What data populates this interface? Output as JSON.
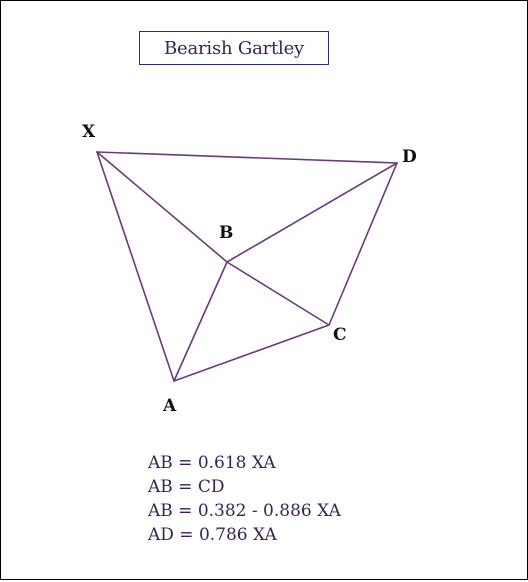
{
  "title": "Bearish Gartley",
  "line_color": "#6a3a7a",
  "text_color": "#3a1f4f",
  "points": [
    {
      "id": "X",
      "label": "X"
    },
    {
      "id": "A",
      "label": "A"
    },
    {
      "id": "B",
      "label": "B"
    },
    {
      "id": "C",
      "label": "C"
    },
    {
      "id": "D",
      "label": "D"
    }
  ],
  "rules": [
    "AB = 0.618 XA",
    "AB = CD",
    "AB = 0.382 - 0.886 XA",
    "AD = 0.786 XA"
  ]
}
